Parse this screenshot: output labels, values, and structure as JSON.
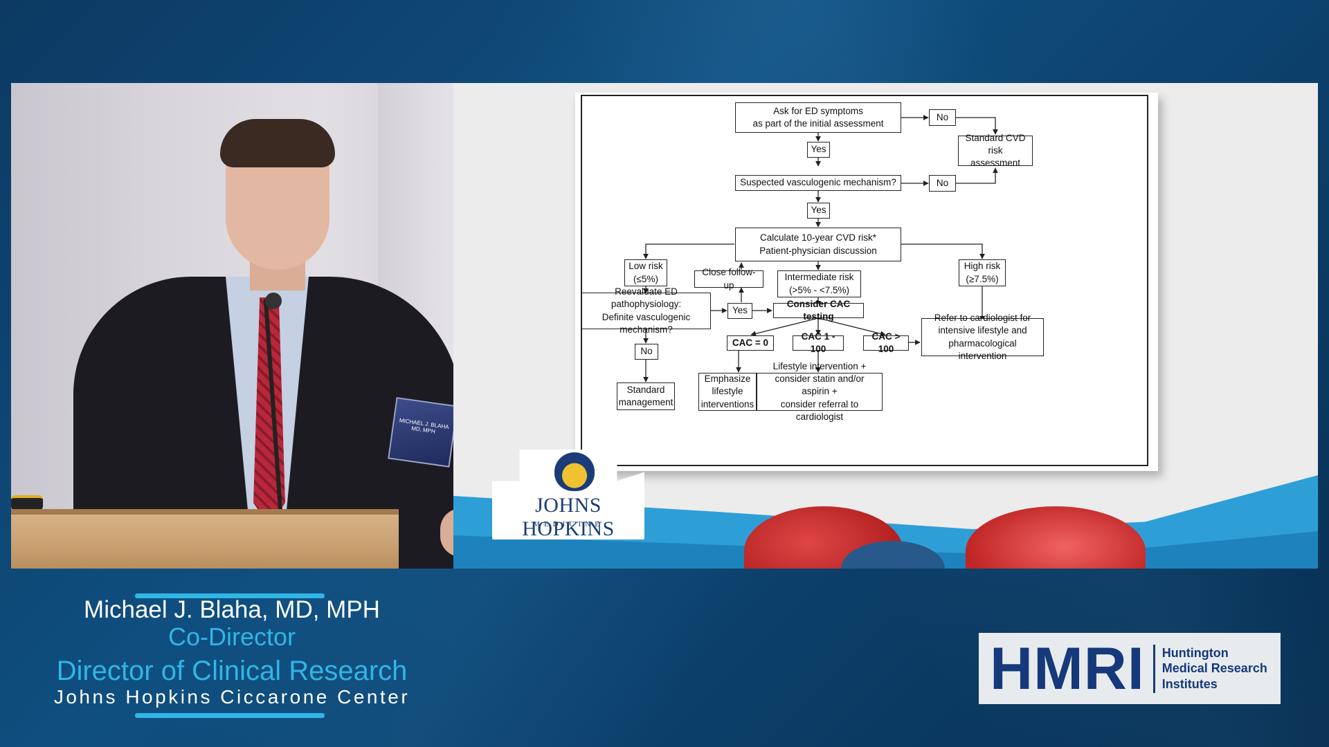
{
  "lower_third": {
    "name": "Michael J. Blaha, MD, MPH",
    "role_1": "Co-Director",
    "role_2": "Director of Clinical Research",
    "organization": "Johns Hopkins Ciccarone Center"
  },
  "video": {
    "badge_text": "MICHAEL J. BLAHA MD, MPH"
  },
  "slide": {
    "logo": {
      "name": "JOHNS HOPKINS",
      "subtitle": "MEDICINE"
    },
    "flowchart": {
      "nodes": {
        "ask_ed": "Ask for ED symptoms\nas part of the initial assessment",
        "no_1": "No",
        "std_cvd": "Standard CVD risk\nassessment",
        "yes_1": "Yes",
        "suspected": "Suspected vasculogenic mechanism?",
        "no_2": "No",
        "yes_2": "Yes",
        "calc": "Calculate 10-year CVD risk*\nPatient-physician discussion",
        "low": "Low risk\n(≤5%)",
        "close_follow": "Close follow-up",
        "intermediate": "Intermediate risk\n(>5% - <7.5%)",
        "high": "High risk\n(≥7.5%)",
        "reevaluate": "Reevaluate ED pathophysiology:\nDefinite vasculogenic\nmechanism?",
        "yes_3": "Yes",
        "consider_cac": "Consider CAC testing",
        "cac0": "CAC = 0",
        "cac1": "CAC 1 - 100",
        "cac100": "CAC > 100",
        "refer": "Refer to cardiologist for\nintensive lifestyle and\npharmacological intervention",
        "no_3": "No",
        "standard_mgmt": "Standard\nmanagement",
        "emphasize": "Emphasize\nlifestyle\ninterventions",
        "lifestyle": "Lifestyle intervention +\nconsider statin and/or aspirin +\nconsider referral to cardiologist"
      }
    }
  },
  "hmri_logo": {
    "abbrev": "HMRI",
    "line1": "Huntington",
    "line2": "Medical Research",
    "line3": "Institutes"
  },
  "colors": {
    "background": "#0f4f80",
    "accent": "#2fb6e6",
    "hmri_blue": "#15397a",
    "slide_wave": "#2e9fd6"
  }
}
